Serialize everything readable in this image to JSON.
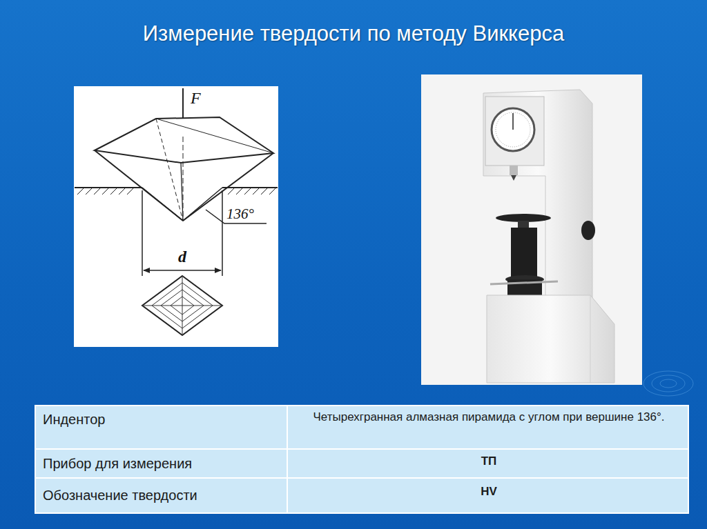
{
  "diagram": {
    "title": "Измерение твердости по методу Виккерса",
    "labels": [
      "F",
      "136°",
      "d",
      "Индентор",
      "Четырехгранная алмазная пирамида с углом при вершине 136°.",
      "Прибор для измерения",
      "ТП",
      "Обозначение твердости",
      "HV"
    ]
  }
}
